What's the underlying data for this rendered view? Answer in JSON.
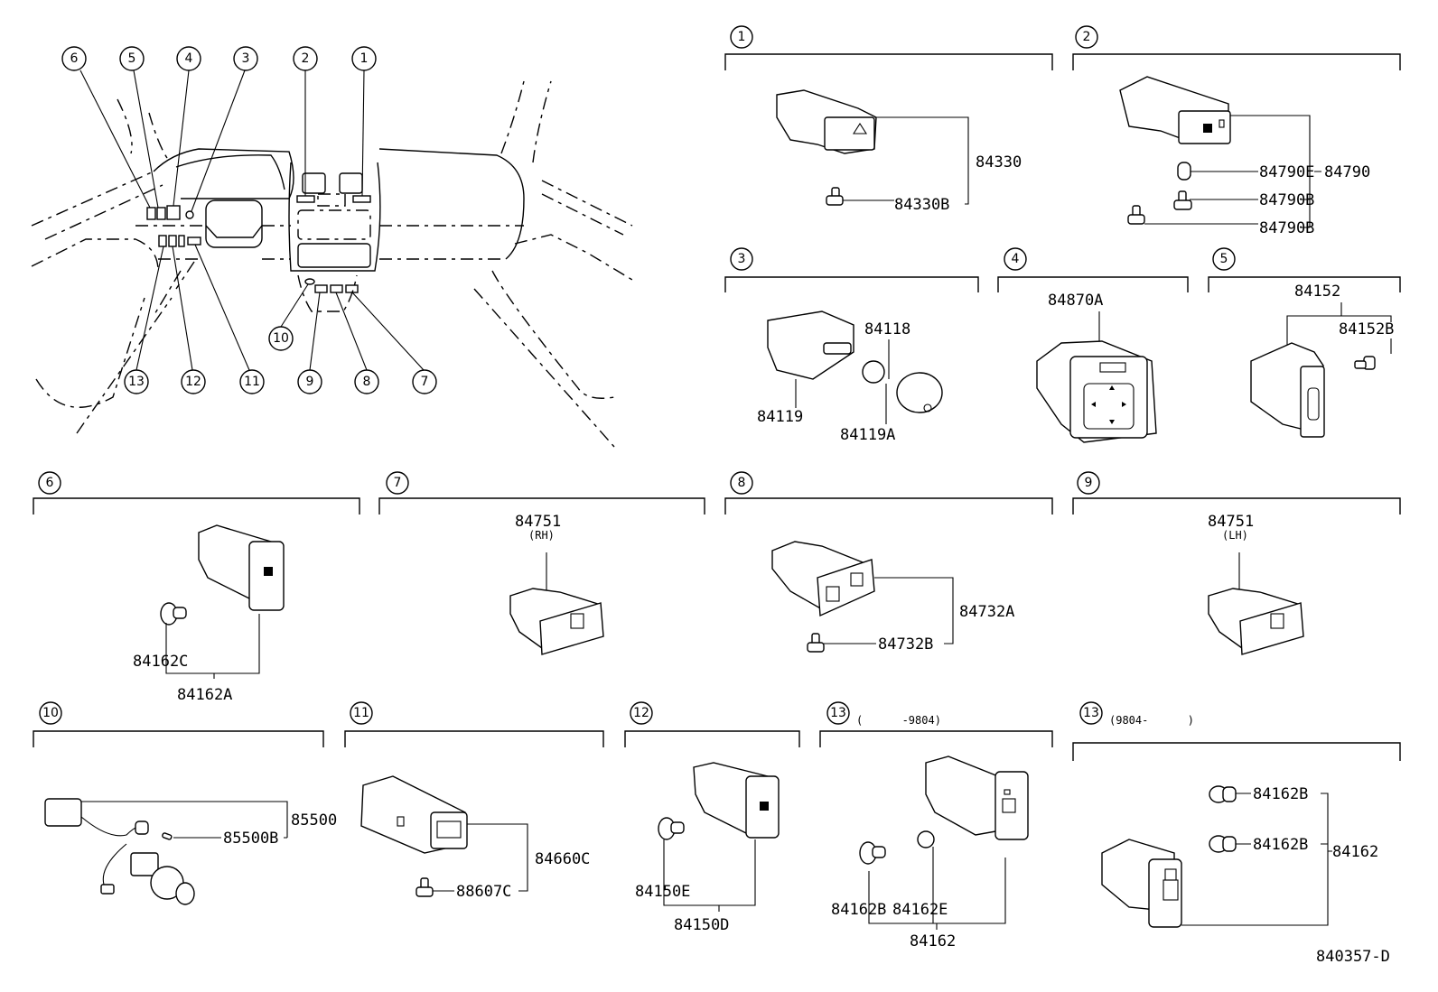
{
  "diagram": {
    "title_code": "840357-D",
    "overview": {
      "callouts": [
        "1",
        "2",
        "3",
        "4",
        "5",
        "6",
        "7",
        "8",
        "9",
        "10",
        "11",
        "12",
        "13"
      ]
    },
    "panels": [
      {
        "num": "1",
        "note": "",
        "parts": [
          "84330",
          "84330B"
        ]
      },
      {
        "num": "2",
        "note": "",
        "parts": [
          "84790E",
          "84790",
          "84790B",
          "84790B"
        ]
      },
      {
        "num": "3",
        "note": "",
        "parts": [
          "84118",
          "84119",
          "84119A"
        ]
      },
      {
        "num": "4",
        "note": "",
        "parts": [
          "84870A"
        ]
      },
      {
        "num": "5",
        "note": "",
        "parts": [
          "84152",
          "84152B"
        ]
      },
      {
        "num": "6",
        "note": "",
        "parts": [
          "84162C",
          "84162A"
        ]
      },
      {
        "num": "7",
        "note": "",
        "parts": [
          "84751"
        ],
        "side": "(RH)"
      },
      {
        "num": "8",
        "note": "",
        "parts": [
          "84732A",
          "84732B"
        ]
      },
      {
        "num": "9",
        "note": "",
        "parts": [
          "84751"
        ],
        "side": "(LH)"
      },
      {
        "num": "10",
        "note": "",
        "parts": [
          "85500",
          "85500B"
        ]
      },
      {
        "num": "11",
        "note": "",
        "parts": [
          "84660C",
          "88607C"
        ]
      },
      {
        "num": "12",
        "note": "",
        "parts": [
          "84150E",
          "84150D"
        ]
      },
      {
        "num": "13",
        "note": "(      -9804)",
        "parts": [
          "84162B",
          "84162E",
          "84162"
        ]
      },
      {
        "num": "13",
        "note": "(9804-      )",
        "parts": [
          "84162B",
          "84162B",
          "84162"
        ]
      }
    ]
  }
}
